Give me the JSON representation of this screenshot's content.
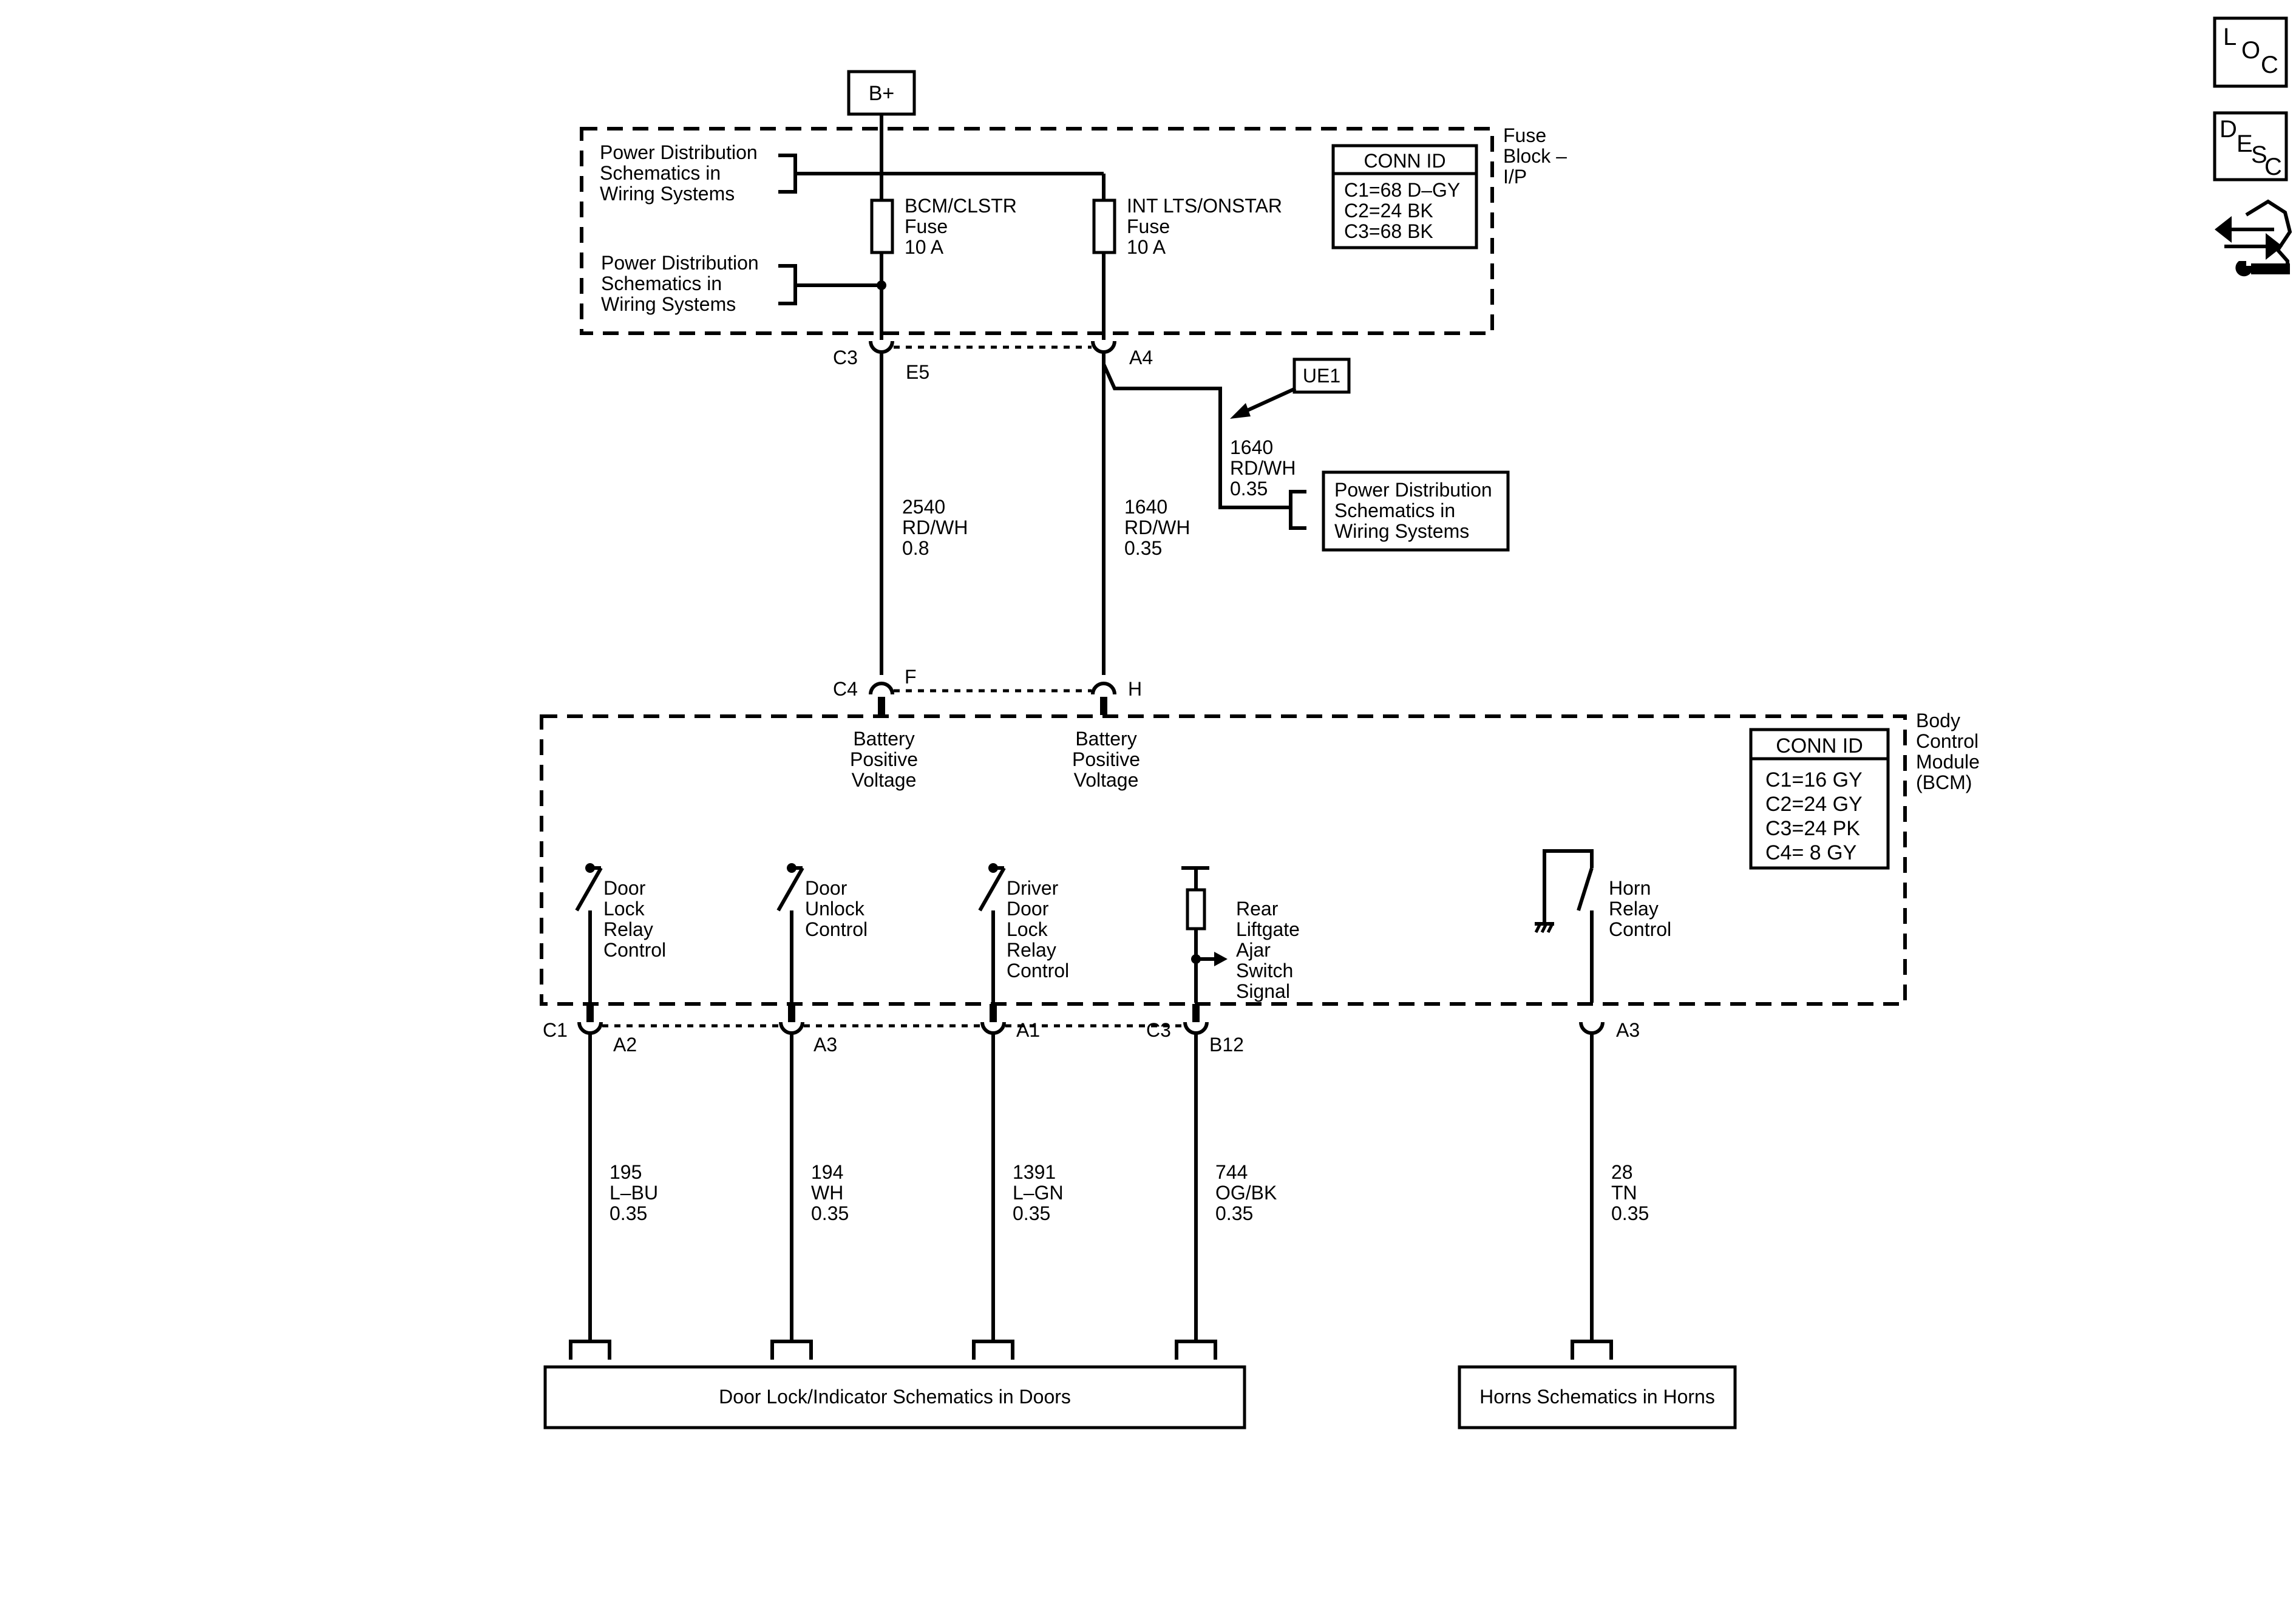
{
  "supply": {
    "label": "B+"
  },
  "fuse_block": {
    "name": [
      "Fuse",
      "Block –",
      "I/P"
    ],
    "conn_id": {
      "header": "CONN ID",
      "rows": [
        "C1=68 D–GY",
        "C2=24 BK",
        "C3=68 BK"
      ]
    },
    "power_dist_1": [
      "Power Distribution",
      "Schematics in",
      "Wiring Systems"
    ],
    "power_dist_2": [
      "Power Distribution",
      "Schematics in",
      "Wiring Systems"
    ],
    "fuse_a": [
      "BCM/CLSTR",
      "Fuse",
      "10 A"
    ],
    "fuse_b": [
      "INT LTS/ONSTAR",
      "Fuse",
      "10 A"
    ],
    "conn_c3": "C3",
    "pin_e5": "E5",
    "pin_a4": "A4"
  },
  "ue1": {
    "label": "UE1",
    "wire": [
      "1640",
      "RD/WH",
      "0.35"
    ],
    "dest": [
      "Power Distribution",
      "Schematics in",
      "Wiring Systems"
    ]
  },
  "wires_mid": {
    "left": [
      "2540",
      "RD/WH",
      "0.8"
    ],
    "right": [
      "1640",
      "RD/WH",
      "0.35"
    ]
  },
  "bcm": {
    "name": [
      "Body",
      "Control",
      "Module",
      "(BCM)"
    ],
    "conn_id": {
      "header": "CONN ID",
      "rows": [
        "C1=16 GY",
        "C2=24 GY",
        "C3=24 PK",
        "C4=  8 GY"
      ]
    },
    "conn_c4": "C4",
    "pin_f": "F",
    "pin_h": "H",
    "bpv_left": [
      "Battery",
      "Positive",
      "Voltage"
    ],
    "bpv_right": [
      "Battery",
      "Positive",
      "Voltage"
    ],
    "door_lock": [
      "Door",
      "Lock",
      "Relay",
      "Control"
    ],
    "door_unlock": [
      "Door",
      "Unlock",
      "Control"
    ],
    "driver_door": [
      "Driver",
      "Door",
      "Lock",
      "Relay",
      "Control"
    ],
    "liftgate": [
      "Rear",
      "Liftgate",
      "Ajar",
      "Switch",
      "Signal"
    ],
    "horn": [
      "Horn",
      "Relay",
      "Control"
    ],
    "conn_c1": "C1",
    "conn_c3": "C3",
    "pin_a2": "A2",
    "pin_a3_1": "A3",
    "pin_a1": "A1",
    "pin_b12": "B12",
    "pin_a3_2": "A3"
  },
  "wires_bottom": {
    "w195": [
      "195",
      "L–BU",
      "0.35"
    ],
    "w194": [
      "194",
      "WH",
      "0.35"
    ],
    "w1391": [
      "1391",
      "L–GN",
      "0.35"
    ],
    "w744": [
      "744",
      "OG/BK",
      "0.35"
    ],
    "w28": [
      "28",
      "TN",
      "0.35"
    ]
  },
  "destinations": {
    "doors": "Door Lock/Indicator Schematics in Doors",
    "horns": "Horns Schematics in Horns"
  },
  "icons": {
    "loc": [
      "L",
      "O",
      "C"
    ],
    "desc": [
      "D",
      "E",
      "S",
      "C"
    ],
    "repair": "wrench-arrows-icon"
  }
}
